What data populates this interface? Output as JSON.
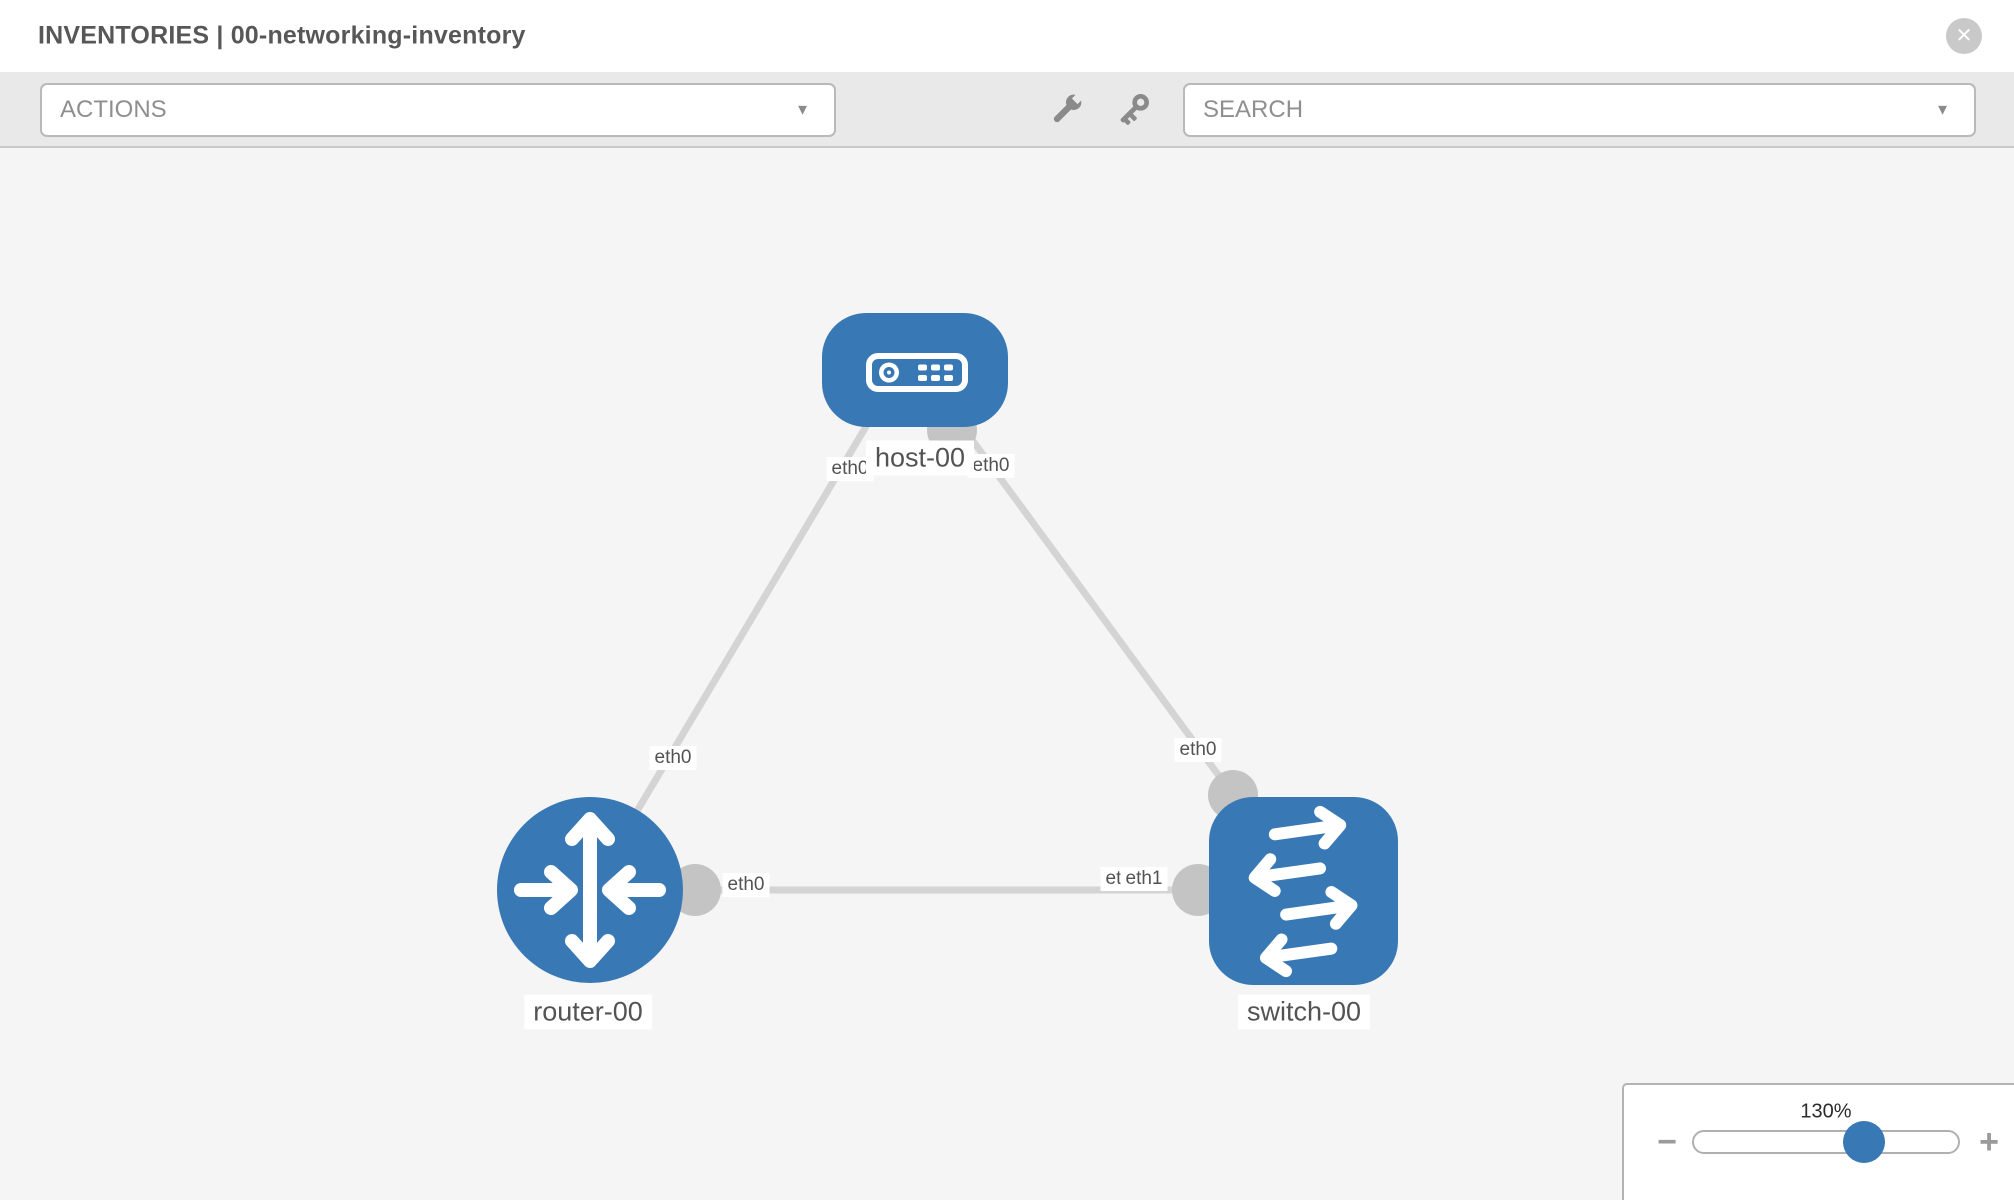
{
  "header": {
    "title": "INVENTORIES | 00-networking-inventory"
  },
  "toolbar": {
    "actions_label": "ACTIONS",
    "search_label": "SEARCH"
  },
  "glyphs": {
    "caret_down": "▼",
    "close": "✕",
    "minus": "−",
    "plus": "+"
  },
  "topology": {
    "nodes": [
      {
        "name": "host-00",
        "type": "host"
      },
      {
        "name": "router-00",
        "type": "router"
      },
      {
        "name": "switch-00",
        "type": "switch"
      }
    ],
    "interface_labels": {
      "host_left_eth0": "eth0",
      "host_right_eth0": "eth0",
      "host_router_link_eth0": "eth0",
      "host_switch_link_eth0": "eth0",
      "router_switch_link_eth0": "eth0",
      "switch_link_hidden": "eth0",
      "switch_link_eth1": "eth1"
    },
    "colors": {
      "node_fill": "#3878b4",
      "link": "#d4d4d4",
      "port": "#c4c4c4"
    }
  },
  "zoom_control": {
    "level": "130%"
  }
}
